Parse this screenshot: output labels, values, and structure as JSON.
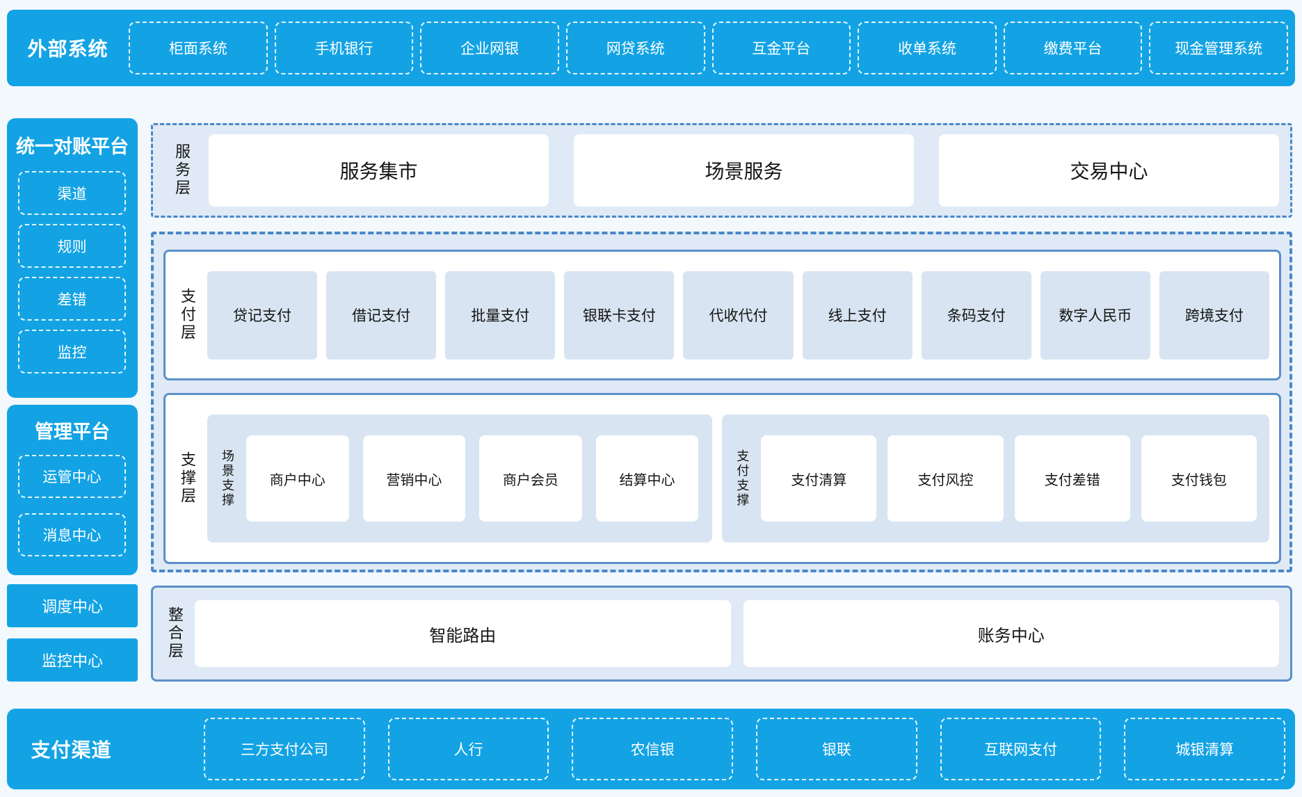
{
  "colors": {
    "accent_blue": "#13a3e4",
    "light_panel": "#dfeaf6",
    "lite_item": "#d8e4f1",
    "solid_border": "#5b8fc7",
    "dashed_border": "#4b87c8",
    "page_background": "#f2f8fc"
  },
  "top_bar": {
    "label": "外部系统",
    "items": [
      "柜面系统",
      "手机银行",
      "企业网银",
      "网贷系统",
      "互金平台",
      "收单系统",
      "缴费平台",
      "现金管理系统"
    ]
  },
  "sidebar": {
    "reconciliation": {
      "title": "统一对账平台",
      "items": [
        "渠道",
        "规则",
        "差错",
        "监控"
      ]
    },
    "management": {
      "title": "管理平台",
      "items": [
        "运管中心",
        "消息中心"
      ]
    },
    "standalone": [
      "调度中心",
      "监控中心"
    ]
  },
  "service_layer": {
    "label": "服务层",
    "items": [
      "服务集市",
      "场景服务",
      "交易中心"
    ]
  },
  "payment_layer": {
    "label": "支付层",
    "items": [
      "贷记支付",
      "借记支付",
      "批量支付",
      "银联卡支付",
      "代收代付",
      "线上支付",
      "条码支付",
      "数字人民币",
      "跨境支付"
    ]
  },
  "support_layer": {
    "label": "支撑层",
    "groups": [
      {
        "label": "场景支撑",
        "items": [
          "商户中心",
          "营销中心",
          "商户会员",
          "结算中心"
        ]
      },
      {
        "label": "支付支撑",
        "items": [
          "支付清算",
          "支付风控",
          "支付差错",
          "支付钱包"
        ]
      }
    ]
  },
  "integration_layer": {
    "label": "整合层",
    "items": [
      "智能路由",
      "账务中心"
    ]
  },
  "bottom_bar": {
    "label": "支付渠道",
    "items": [
      "三方支付公司",
      "人行",
      "农信银",
      "银联",
      "互联网支付",
      "城银清算"
    ]
  }
}
